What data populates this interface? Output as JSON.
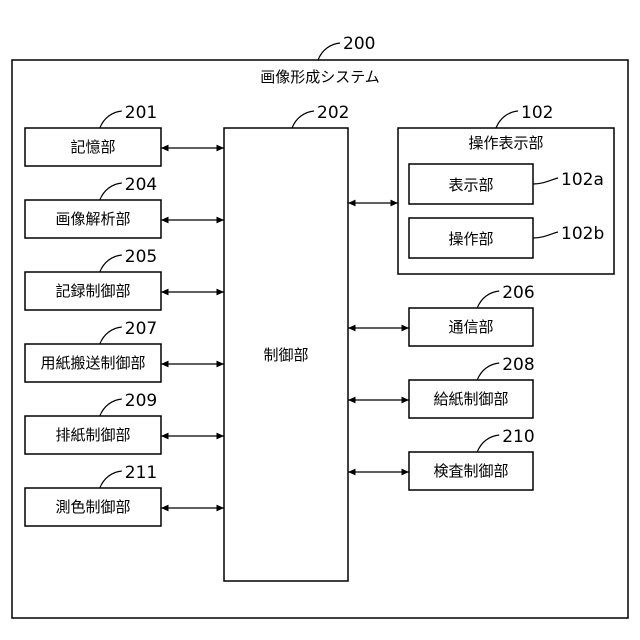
{
  "system": {
    "ref": "200",
    "title": "画像形成システム"
  },
  "controller": {
    "ref": "202",
    "label": "制御部"
  },
  "operation_display": {
    "ref": "102",
    "label": "操作表示部",
    "display": {
      "label": "表示部",
      "ref": "102a"
    },
    "operation": {
      "label": "操作部",
      "ref": "102b"
    }
  },
  "left_units": [
    {
      "ref": "201",
      "label": "記憶部"
    },
    {
      "ref": "204",
      "label": "画像解析部"
    },
    {
      "ref": "205",
      "label": "記録制御部"
    },
    {
      "ref": "207",
      "label": "用紙搬送制御部"
    },
    {
      "ref": "209",
      "label": "排紙制御部"
    },
    {
      "ref": "211",
      "label": "測色制御部"
    }
  ],
  "right_units": [
    {
      "ref": "206",
      "label": "通信部"
    },
    {
      "ref": "208",
      "label": "給紙制御部"
    },
    {
      "ref": "210",
      "label": "検査制御部"
    }
  ]
}
